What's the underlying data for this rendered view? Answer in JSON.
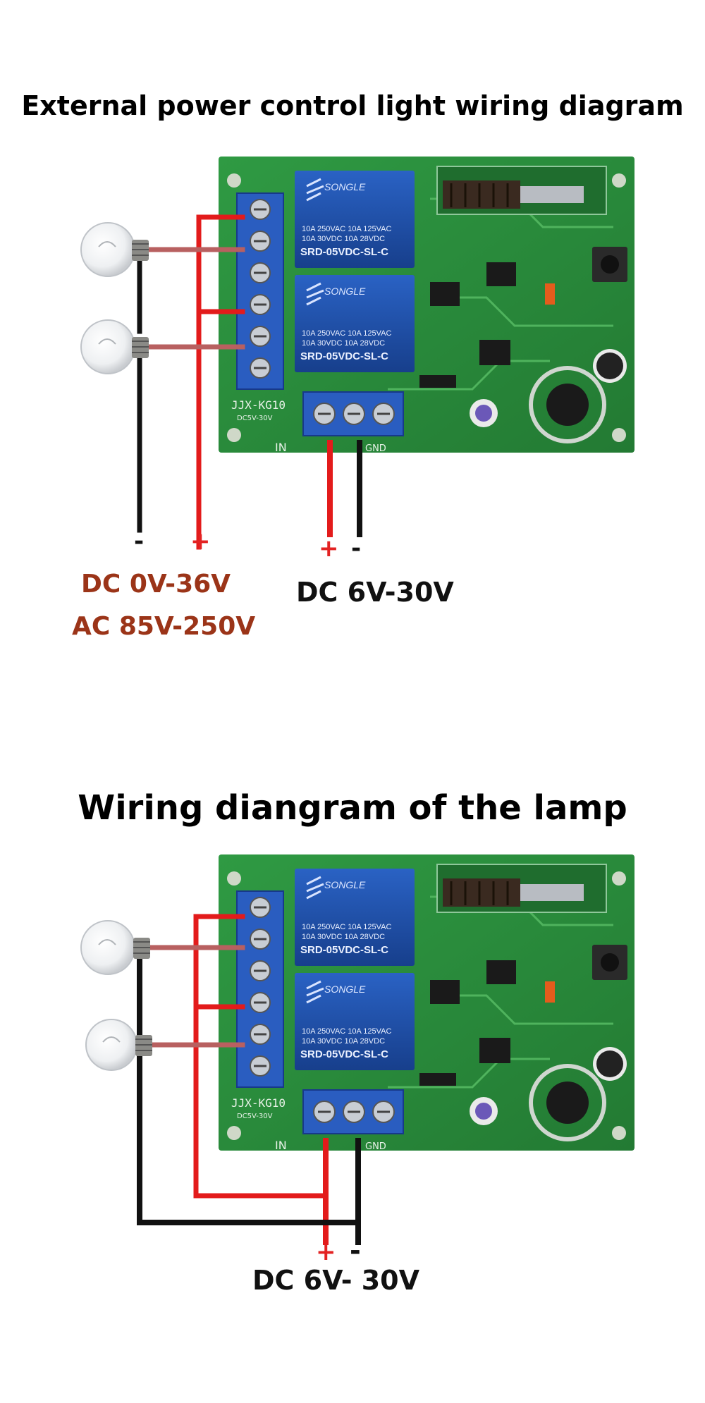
{
  "diagram1": {
    "title": "External power control light wiring diagram",
    "board": {
      "relay_brand": "SONGLE",
      "relay_rating_1": "10A 250VAC  10A 125VAC",
      "relay_rating_2": "10A 30VDC  10A 28VDC",
      "relay_model": "SRD-05VDC-SL-C",
      "board_model": "JJX-KG10",
      "board_voltage": "DC5V-30V",
      "in_label": "IN",
      "gnd_label": "GND"
    },
    "load_minus": "-",
    "load_plus": "+",
    "load_voltage_dc": "DC 0V-36V",
    "load_voltage_ac": "AC 85V-250V",
    "supply_plus": "+",
    "supply_minus": "-",
    "supply_voltage": "DC 6V-30V"
  },
  "diagram2": {
    "title": "Wiring diangram of the lamp",
    "board": {
      "relay_brand": "SONGLE",
      "relay_rating_1": "10A 250VAC  10A 125VAC",
      "relay_rating_2": "10A 30VDC  10A 28VDC",
      "relay_model": "SRD-05VDC-SL-C",
      "board_model": "JJX-KG10",
      "board_voltage": "DC5V-30V",
      "in_label": "IN",
      "gnd_label": "GND"
    },
    "supply_plus": "+",
    "supply_minus": "-",
    "supply_voltage": "DC 6V- 30V"
  },
  "colors": {
    "wire_red": "#e31b1b",
    "wire_black": "#111111",
    "wire_lamp": "#b86060",
    "pcb_green": "#2c8a3c",
    "relay_blue": "#1d4fa8",
    "terminal_blue": "#2a5dc0",
    "label_brown": "#9b3418"
  },
  "icons": [
    "light-bulb-icon",
    "screw-terminal-icon",
    "relay-icon",
    "push-button-icon"
  ]
}
